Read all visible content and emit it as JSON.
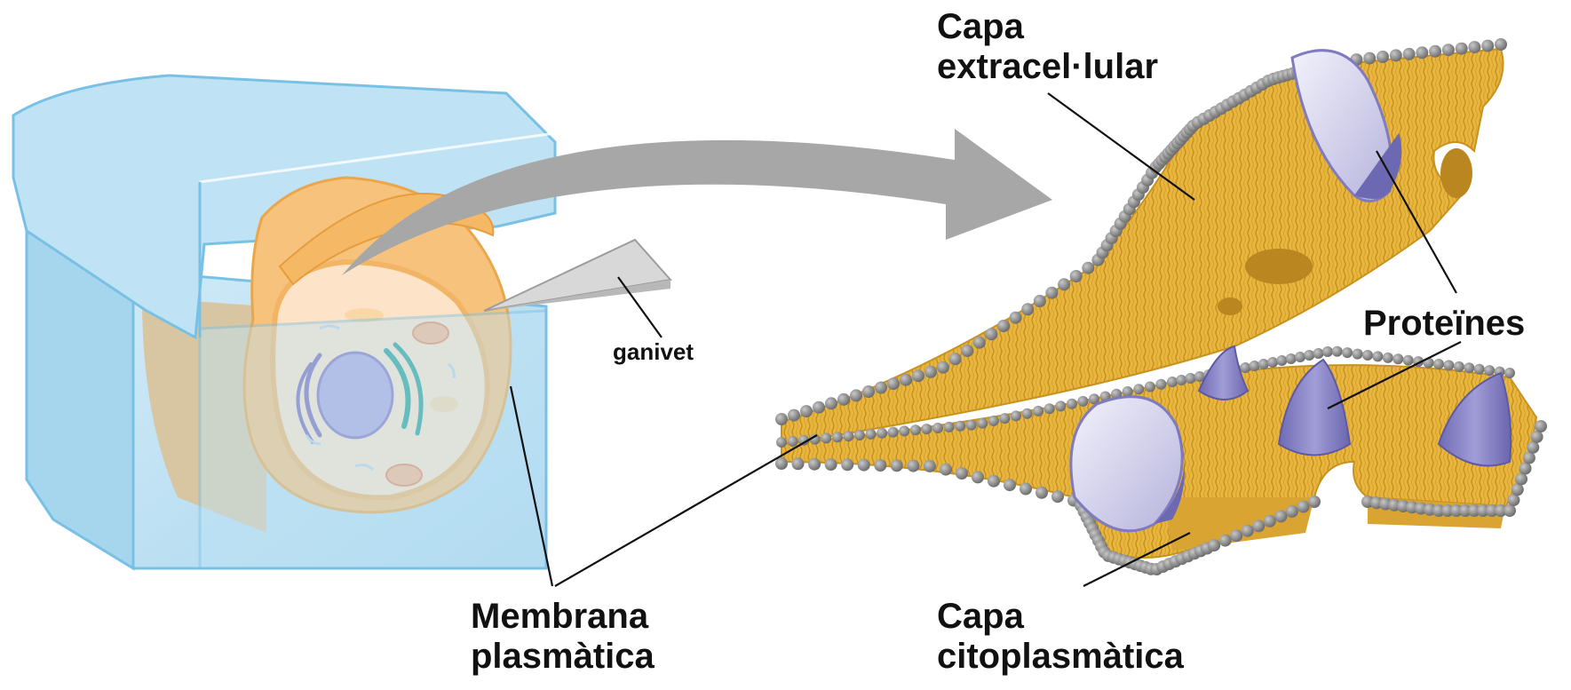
{
  "labels": {
    "extracellular_layer": {
      "line1": "Capa",
      "line2": "extracel·lular"
    },
    "proteins": "Proteïnes",
    "knife": "ganivet",
    "plasma_membrane": {
      "line1": "Membrana",
      "line2": "plasmàtica"
    },
    "cytoplasmic_layer": {
      "line1": "Capa",
      "line2": "citoplasmàtica"
    }
  },
  "colors": {
    "ice_block": "#b9e0f2",
    "ice_edge": "#7cc4e6",
    "cell_membrane": "#f3b15a",
    "cytoplasm": "#fde1c4",
    "nucleus": "#a8a1d8",
    "endoplasmic_reticulum": "#1a9f94",
    "lipid_tails": "#e6b43c",
    "lipid_heads": "#8c8c8c",
    "proteins": "#8a86c8",
    "arrow": "#a9a9a9",
    "knife": "#d4d4d4"
  }
}
